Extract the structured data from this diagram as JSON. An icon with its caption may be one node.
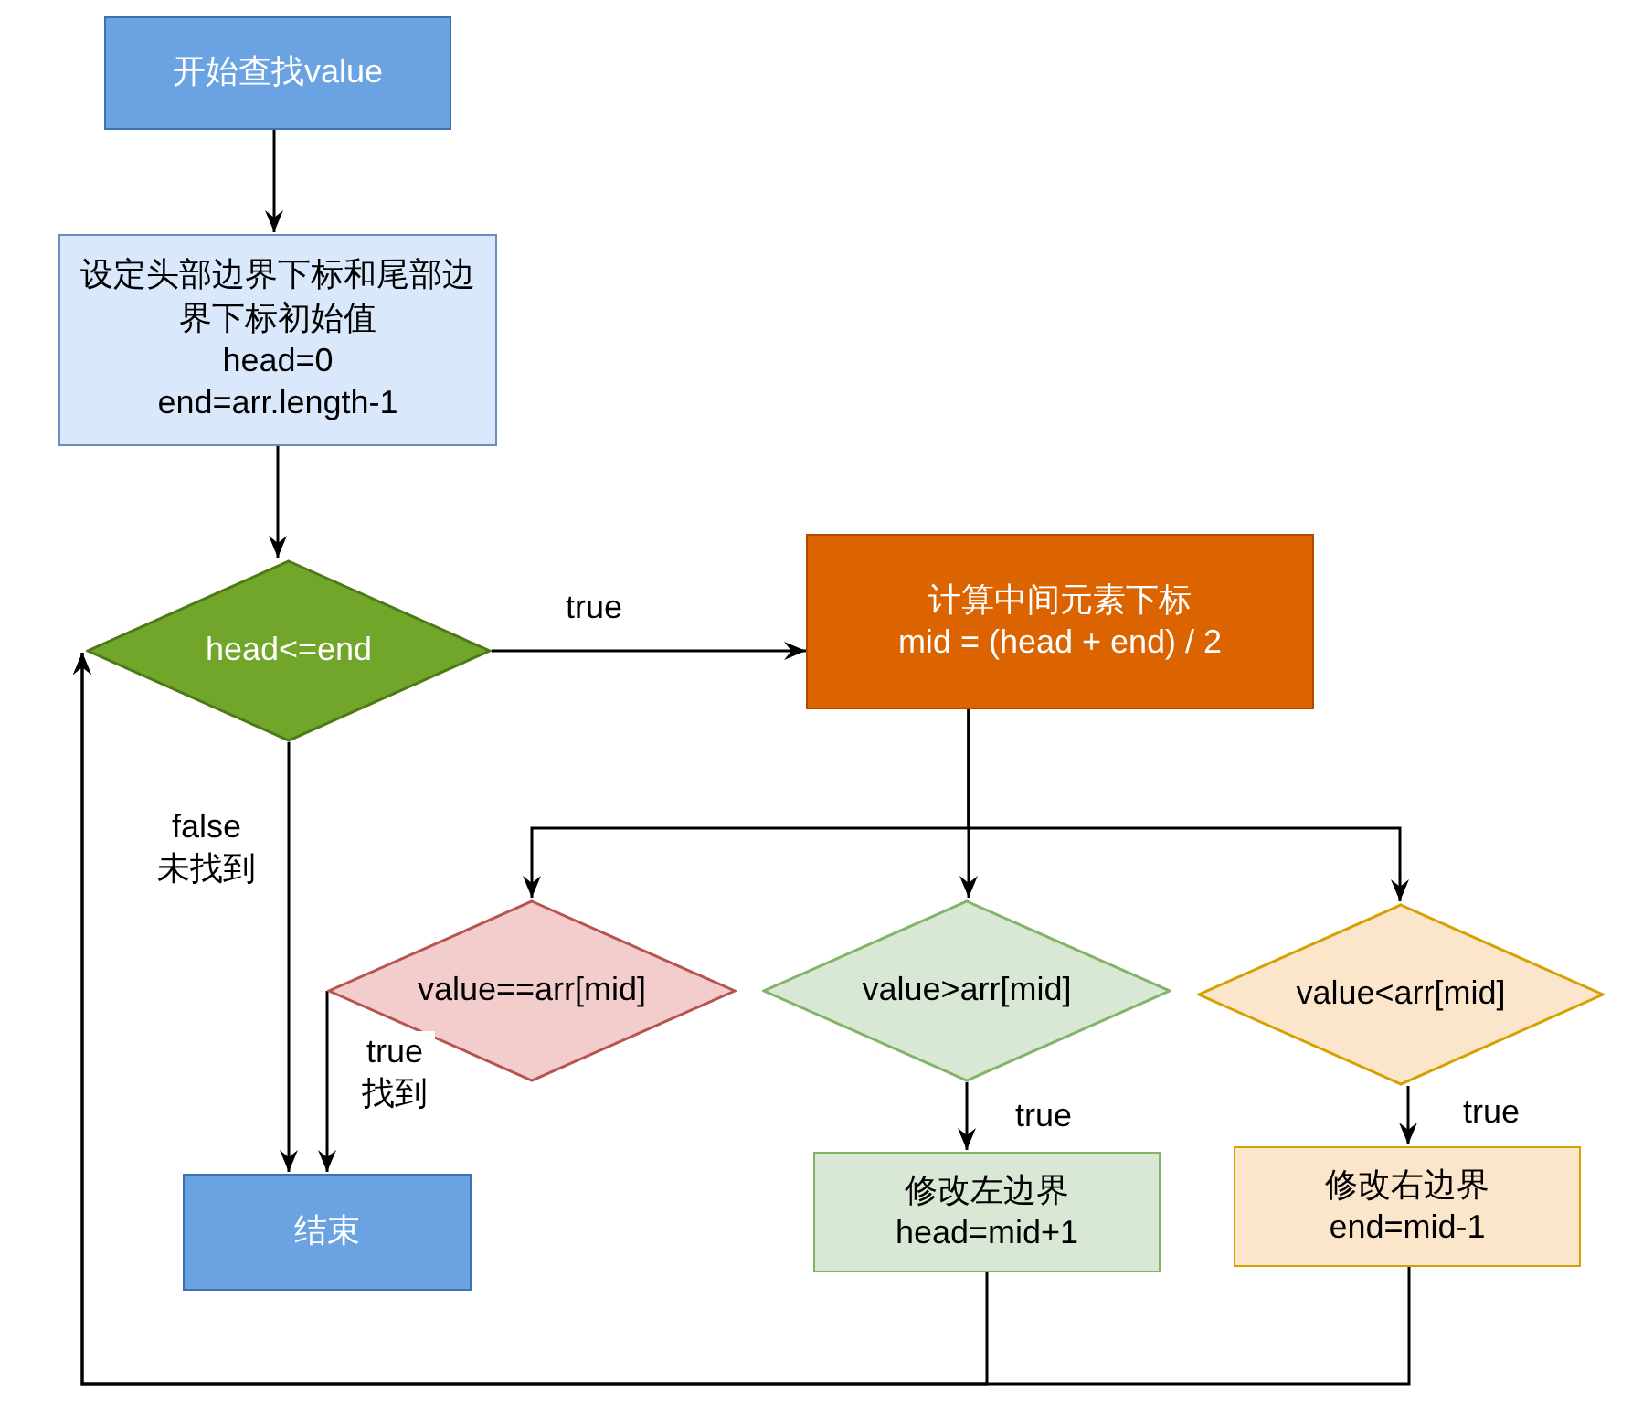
{
  "diagram": {
    "nodes": [
      {
        "text": [
          "开始查找value"
        ]
      },
      {
        "text": [
          "设定头部边界下标和尾部边界下标初始值",
          "head=0",
          "end=arr.length-1"
        ]
      },
      {
        "text": [
          "head<=end"
        ]
      },
      {
        "text": [
          "计算中间元素下标",
          "mid = (head + end) / 2"
        ]
      },
      {
        "text": [
          "value==arr[mid]"
        ]
      },
      {
        "text": [
          "value>arr[mid]"
        ]
      },
      {
        "text": [
          "value<arr[mid]"
        ]
      },
      {
        "text": [
          "结束"
        ]
      },
      {
        "text": [
          "修改左边界",
          "head=mid+1"
        ]
      },
      {
        "text": [
          "修改右边界",
          "end=mid-1"
        ]
      }
    ],
    "edges": [
      {
        "from": 0,
        "to": 1,
        "arrow": "to"
      },
      {
        "from": 1,
        "to": 2,
        "arrow": "to"
      },
      {
        "from": 2,
        "to": 3,
        "arrow": "to",
        "label": "true"
      },
      {
        "from": 2,
        "to": 7,
        "arrow": "to",
        "label": "false 未找到"
      },
      {
        "from": 3,
        "to": 4,
        "arrow": "to"
      },
      {
        "from": 3,
        "to": 5,
        "arrow": "to"
      },
      {
        "from": 3,
        "to": 6,
        "arrow": "to"
      },
      {
        "from": 4,
        "to": 7,
        "arrow": "to",
        "label": "true 找到"
      },
      {
        "from": 5,
        "to": 8,
        "arrow": "to",
        "label": "true"
      },
      {
        "from": 6,
        "to": 9,
        "arrow": "to",
        "label": "true"
      },
      {
        "from": 8,
        "to": 2,
        "arrow": "to"
      },
      {
        "from": 9,
        "to": 2,
        "arrow": "to"
      }
    ]
  }
}
